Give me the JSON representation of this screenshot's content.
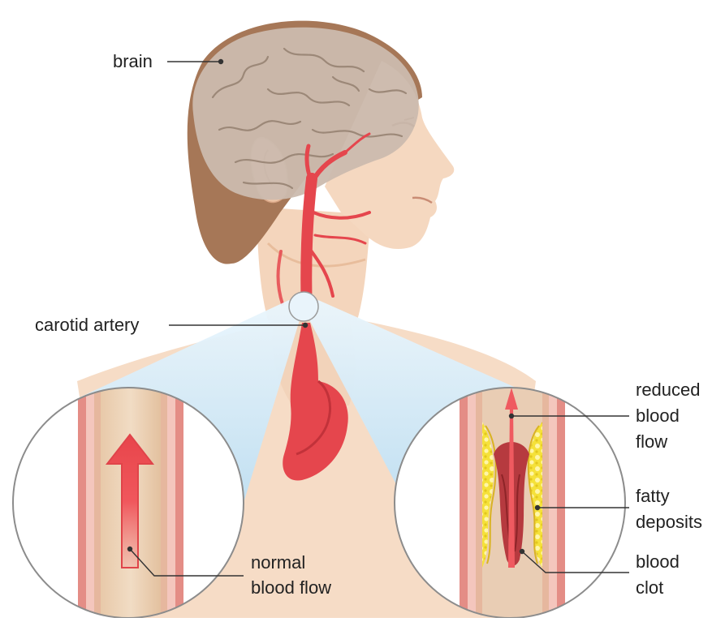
{
  "labels": {
    "brain": "brain",
    "carotid_artery": "carotid artery",
    "normal_flow_line1": "normal",
    "normal_flow_line2": "blood flow",
    "reduced_flow_line1": "reduced",
    "reduced_flow_line2": "blood",
    "reduced_flow_line3": "flow",
    "fatty_line1": "fatty",
    "fatty_line2": "deposits",
    "clot_line1": "blood",
    "clot_line2": "clot"
  },
  "colors": {
    "skin": "#f5d8c0",
    "skin_shadow": "#e9bf9f",
    "hair": "#a47654",
    "brain": "#cdbfb3",
    "artery": "#e4434a",
    "artery_dark": "#b8282f",
    "vessel_wall": "#e7a6a0",
    "plaque": "#f4dc2c",
    "zoom_beam": "#cfe8f7",
    "leader_line": "#333333"
  }
}
